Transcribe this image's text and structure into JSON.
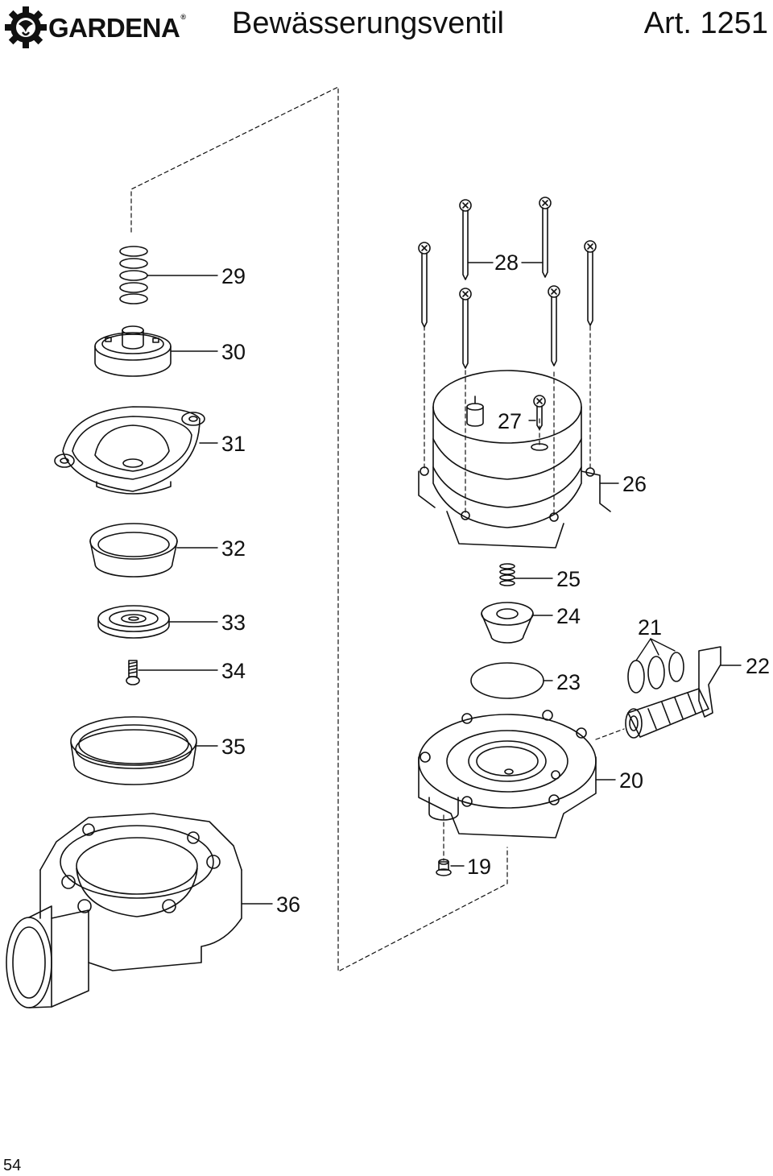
{
  "header": {
    "brand": "GARDENA",
    "registered_mark": "®",
    "title": "Bewässerungsventil",
    "article": "Art. 1251"
  },
  "parts": [
    {
      "id": "p19",
      "label": "19"
    },
    {
      "id": "p20",
      "label": "20"
    },
    {
      "id": "p21",
      "label": "21"
    },
    {
      "id": "p22",
      "label": "22"
    },
    {
      "id": "p23",
      "label": "23"
    },
    {
      "id": "p24",
      "label": "24"
    },
    {
      "id": "p25",
      "label": "25"
    },
    {
      "id": "p26",
      "label": "26"
    },
    {
      "id": "p27",
      "label": "27"
    },
    {
      "id": "p28",
      "label": "28"
    },
    {
      "id": "p29",
      "label": "29"
    },
    {
      "id": "p30",
      "label": "30"
    },
    {
      "id": "p31",
      "label": "31"
    },
    {
      "id": "p32",
      "label": "32"
    },
    {
      "id": "p33",
      "label": "33"
    },
    {
      "id": "p34",
      "label": "34"
    },
    {
      "id": "p35",
      "label": "35"
    },
    {
      "id": "p36",
      "label": "36"
    }
  ],
  "footer": {
    "page_number": "54"
  }
}
